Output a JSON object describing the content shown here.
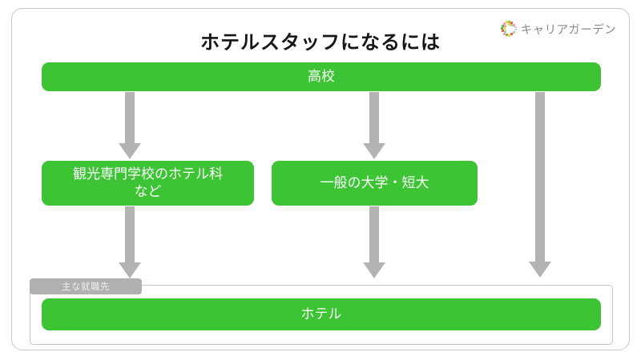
{
  "card": {
    "title": "ホテルスタッフになるには",
    "border_color": "#c8c8c8"
  },
  "logo": {
    "mark_name": "careergarden-c-icon",
    "text": "キャリアガーデン",
    "text_color": "#8a8a8a"
  },
  "colors": {
    "node_green": "#3cc434",
    "arrow_gray": "#b3b3b3",
    "tab_gray": "#b0b0b0",
    "panel_border": "#c4c4c4"
  },
  "flow": {
    "nodes": [
      {
        "id": "highschool",
        "label": "高校"
      },
      {
        "id": "vocational",
        "label": "観光専門学校のホテル科\nなど"
      },
      {
        "id": "university",
        "label": "一般の大学・短大"
      },
      {
        "id": "hotel",
        "label": "ホテル"
      }
    ],
    "arrows": [
      {
        "id": "hs-to-vocational",
        "from": "highschool",
        "to": "vocational"
      },
      {
        "id": "hs-to-university",
        "from": "highschool",
        "to": "university"
      },
      {
        "id": "hs-to-hotel",
        "from": "highschool",
        "to": "hotel"
      },
      {
        "id": "vocational-to-job",
        "from": "vocational",
        "to": "hotel"
      },
      {
        "id": "university-to-job",
        "from": "university",
        "to": "hotel"
      }
    ]
  },
  "job_panel": {
    "tab_label": "主な就職先"
  }
}
